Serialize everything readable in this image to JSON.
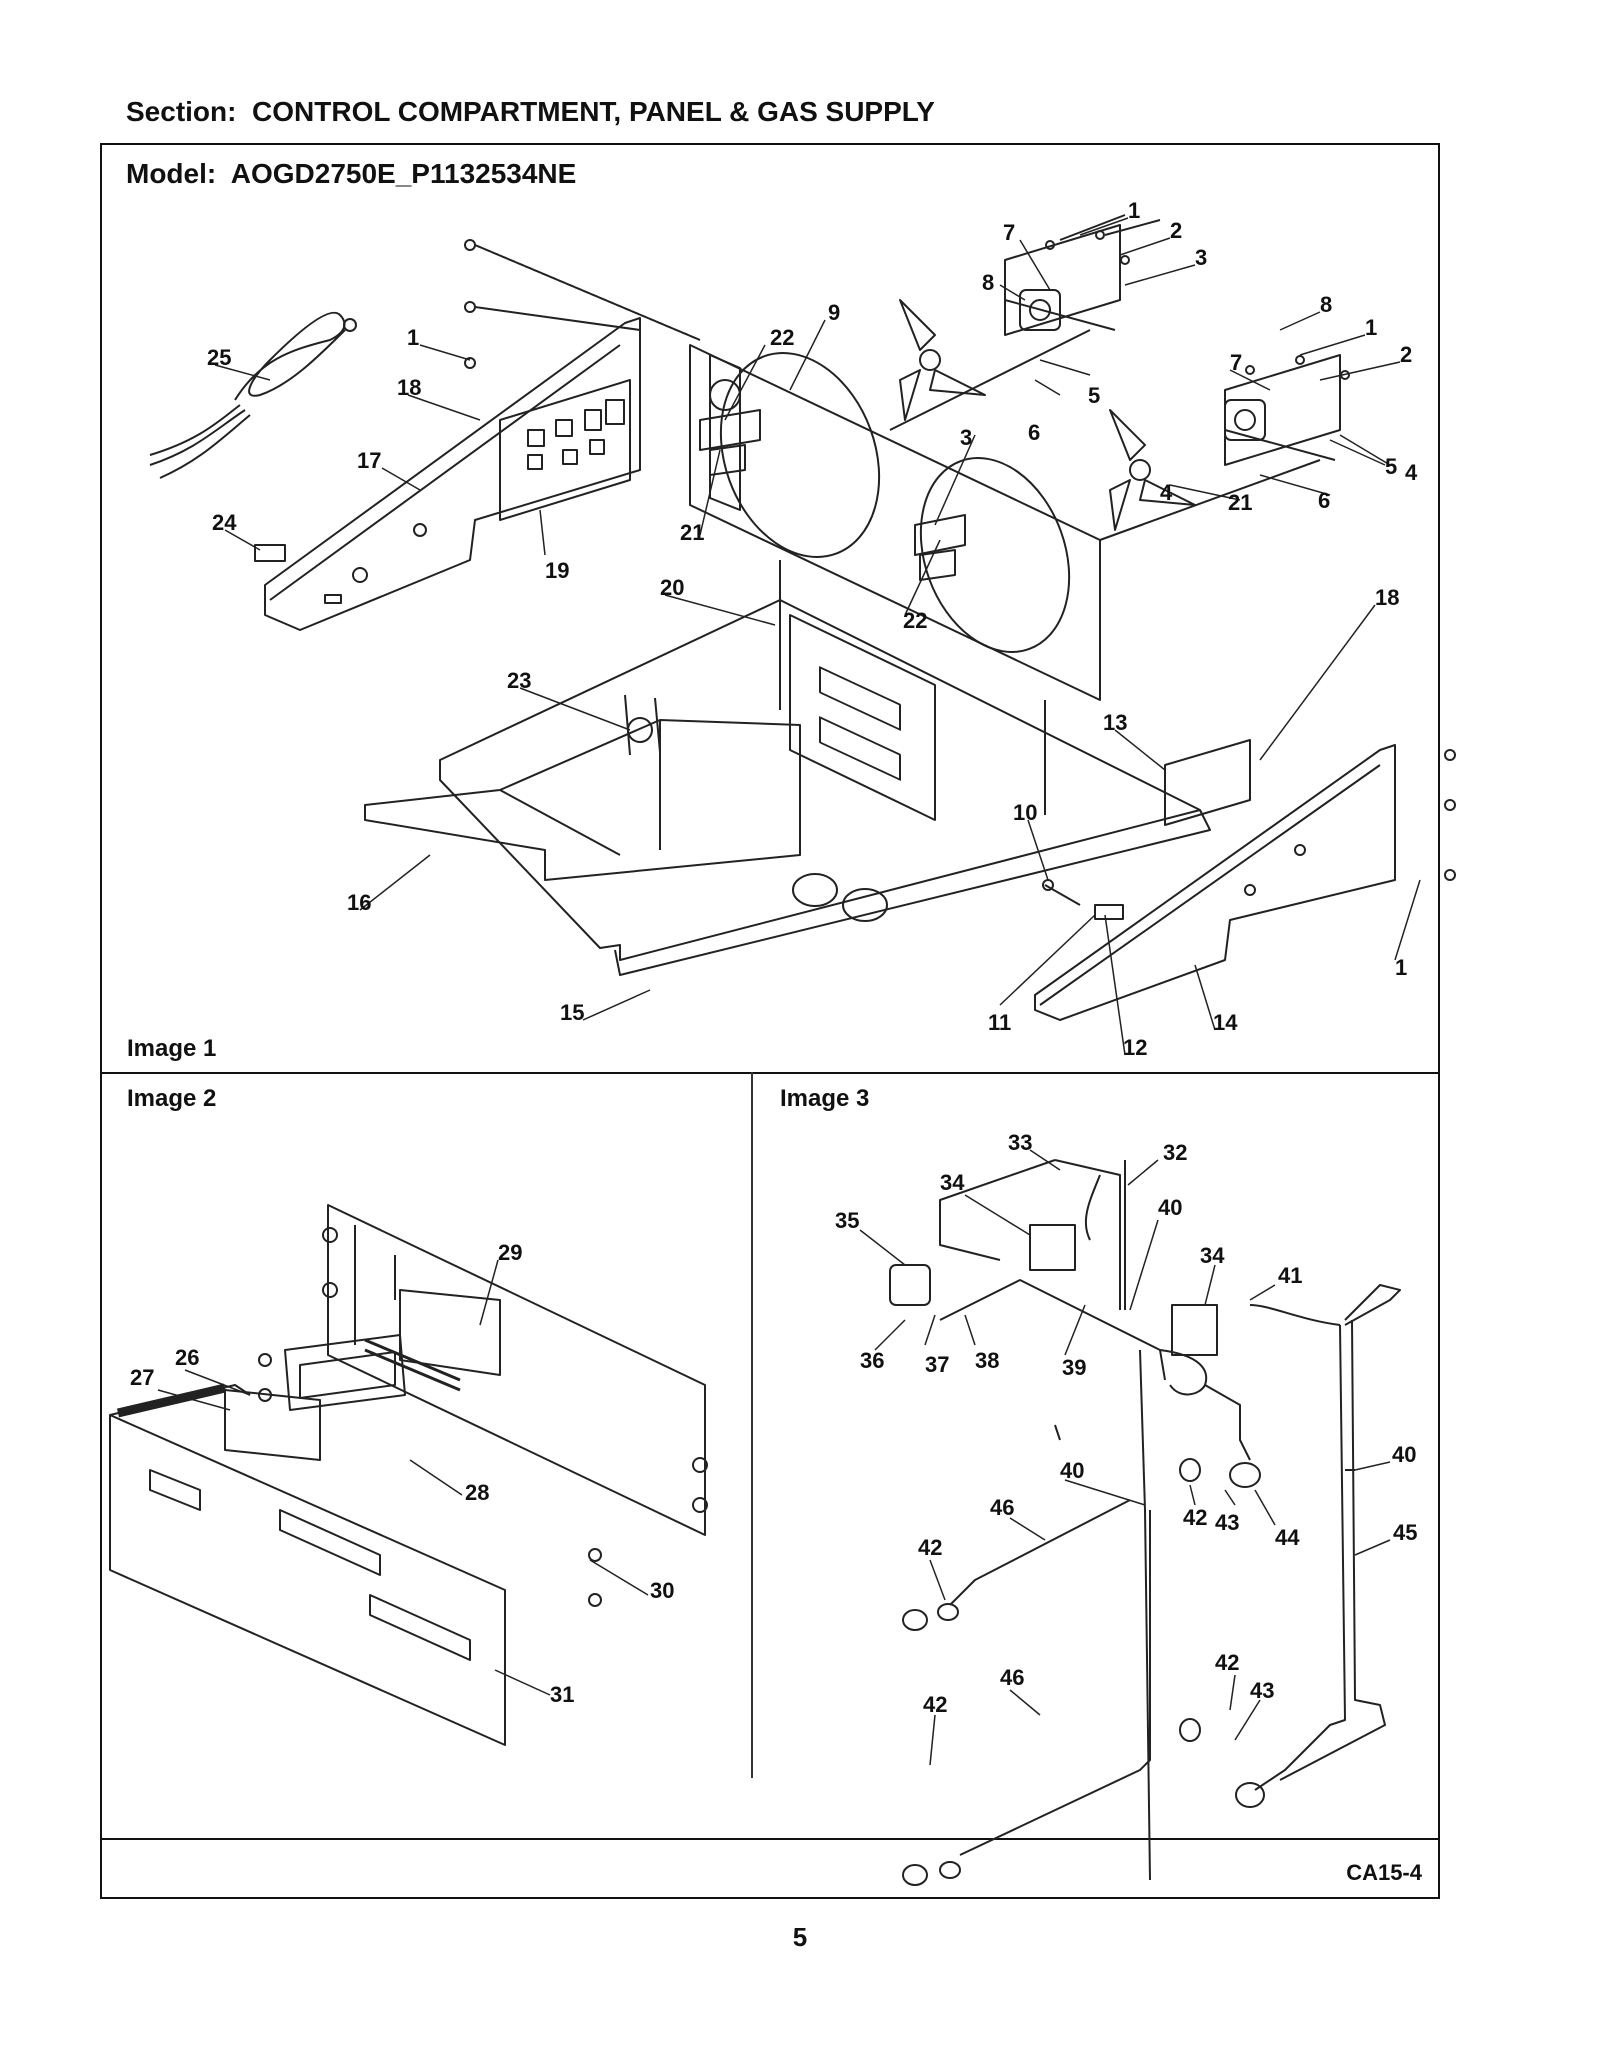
{
  "section": {
    "label": "Section:",
    "value": "CONTROL COMPARTMENT, PANEL & GAS SUPPLY"
  },
  "model": {
    "label": "Model:",
    "value": "AOGD2750E_P1132534NE"
  },
  "images": [
    {
      "label": "Image 1"
    },
    {
      "label": "Image 2"
    },
    {
      "label": "Image 3"
    }
  ],
  "footer": {
    "code": "CA15-4",
    "page": "5"
  },
  "callouts": {
    "image1": [
      "1",
      "2",
      "3",
      "7",
      "8",
      "9",
      "22",
      "25",
      "1",
      "18",
      "17",
      "24",
      "19",
      "21",
      "20",
      "23",
      "16",
      "15",
      "10",
      "11",
      "12",
      "13",
      "14",
      "18",
      "1",
      "6",
      "5",
      "4",
      "7",
      "8",
      "1",
      "2",
      "3",
      "22",
      "21",
      "6",
      "5",
      "4"
    ],
    "image2": [
      "26",
      "27",
      "29",
      "28",
      "30",
      "31"
    ],
    "image3": [
      "33",
      "32",
      "34",
      "35",
      "36",
      "37",
      "38",
      "39",
      "40",
      "34",
      "41",
      "40",
      "40",
      "46",
      "42",
      "42",
      "43",
      "44",
      "45",
      "42",
      "43",
      "46",
      "42"
    ]
  }
}
